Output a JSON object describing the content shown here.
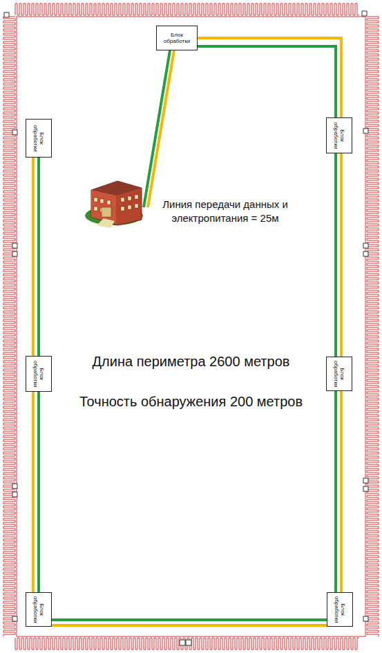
{
  "diagram": {
    "nodes": [
      {
        "text": [
          "Блок обработки"
        ]
      },
      {
        "text": [
          "Блок обработки"
        ]
      },
      {
        "text": [
          "Блок обработки"
        ]
      },
      {
        "text": [
          "Блок обработки"
        ]
      },
      {
        "text": [
          "Блок обработки"
        ]
      },
      {
        "text": [
          "Блок обработки"
        ]
      },
      {
        "text": [
          "Блок обработки"
        ]
      }
    ],
    "edges": [
      {
        "from": 0,
        "to": 2,
        "arrow": "none"
      },
      {
        "from": 2,
        "to": 4,
        "arrow": "none"
      },
      {
        "from": 4,
        "to": 6,
        "arrow": "none"
      },
      {
        "from": 6,
        "to": 5,
        "arrow": "none"
      },
      {
        "from": 5,
        "to": 3,
        "arrow": "none"
      },
      {
        "from": 3,
        "to": 1,
        "arrow": "none"
      }
    ],
    "labels": [
      "Линия передачи данных и электропитания = 25м",
      "Длина периметра 2600 метров",
      "Точность обнаружения 200 метров"
    ]
  }
}
